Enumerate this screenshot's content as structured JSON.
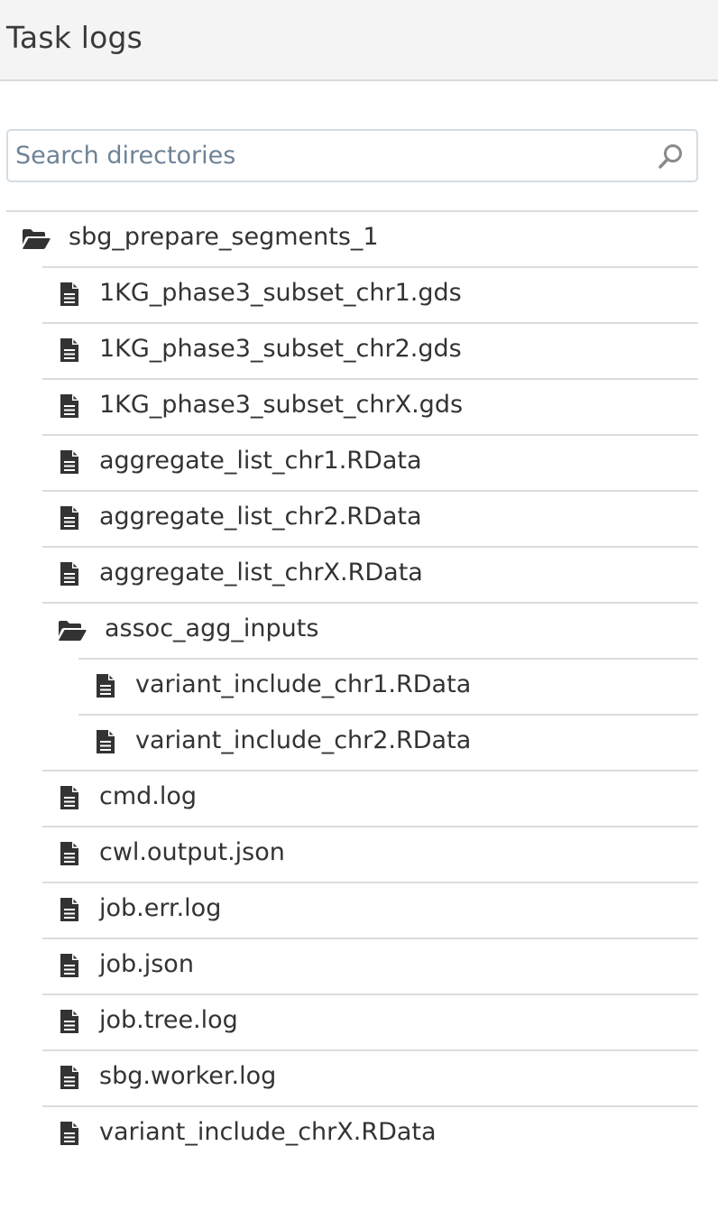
{
  "header": {
    "title": "Task logs"
  },
  "search": {
    "placeholder": "Search directories",
    "value": "",
    "icon": "search-icon"
  },
  "tree": {
    "root": {
      "name": "sbg_prepare_segments_1",
      "icon": "folder-open-icon"
    },
    "items": [
      {
        "name": "1KG_phase3_subset_chr1.gds",
        "type": "file",
        "depth": 1
      },
      {
        "name": "1KG_phase3_subset_chr2.gds",
        "type": "file",
        "depth": 1
      },
      {
        "name": "1KG_phase3_subset_chrX.gds",
        "type": "file",
        "depth": 1
      },
      {
        "name": "aggregate_list_chr1.RData",
        "type": "file",
        "depth": 1
      },
      {
        "name": "aggregate_list_chr2.RData",
        "type": "file",
        "depth": 1
      },
      {
        "name": "aggregate_list_chrX.RData",
        "type": "file",
        "depth": 1
      },
      {
        "name": "assoc_agg_inputs",
        "type": "folder",
        "depth": 1
      },
      {
        "name": "variant_include_chr1.RData",
        "type": "file",
        "depth": 2
      },
      {
        "name": "variant_include_chr2.RData",
        "type": "file",
        "depth": 2
      },
      {
        "name": "cmd.log",
        "type": "file",
        "depth": 1
      },
      {
        "name": "cwl.output.json",
        "type": "file",
        "depth": 1
      },
      {
        "name": "job.err.log",
        "type": "file",
        "depth": 1
      },
      {
        "name": "job.json",
        "type": "file",
        "depth": 1
      },
      {
        "name": "job.tree.log",
        "type": "file",
        "depth": 1
      },
      {
        "name": "sbg.worker.log",
        "type": "file",
        "depth": 1
      },
      {
        "name": "variant_include_chrX.RData",
        "type": "file",
        "depth": 1
      }
    ]
  },
  "colors": {
    "icon": "#333333",
    "divider": "#dcdcdc",
    "placeholder": "#6e8397"
  }
}
